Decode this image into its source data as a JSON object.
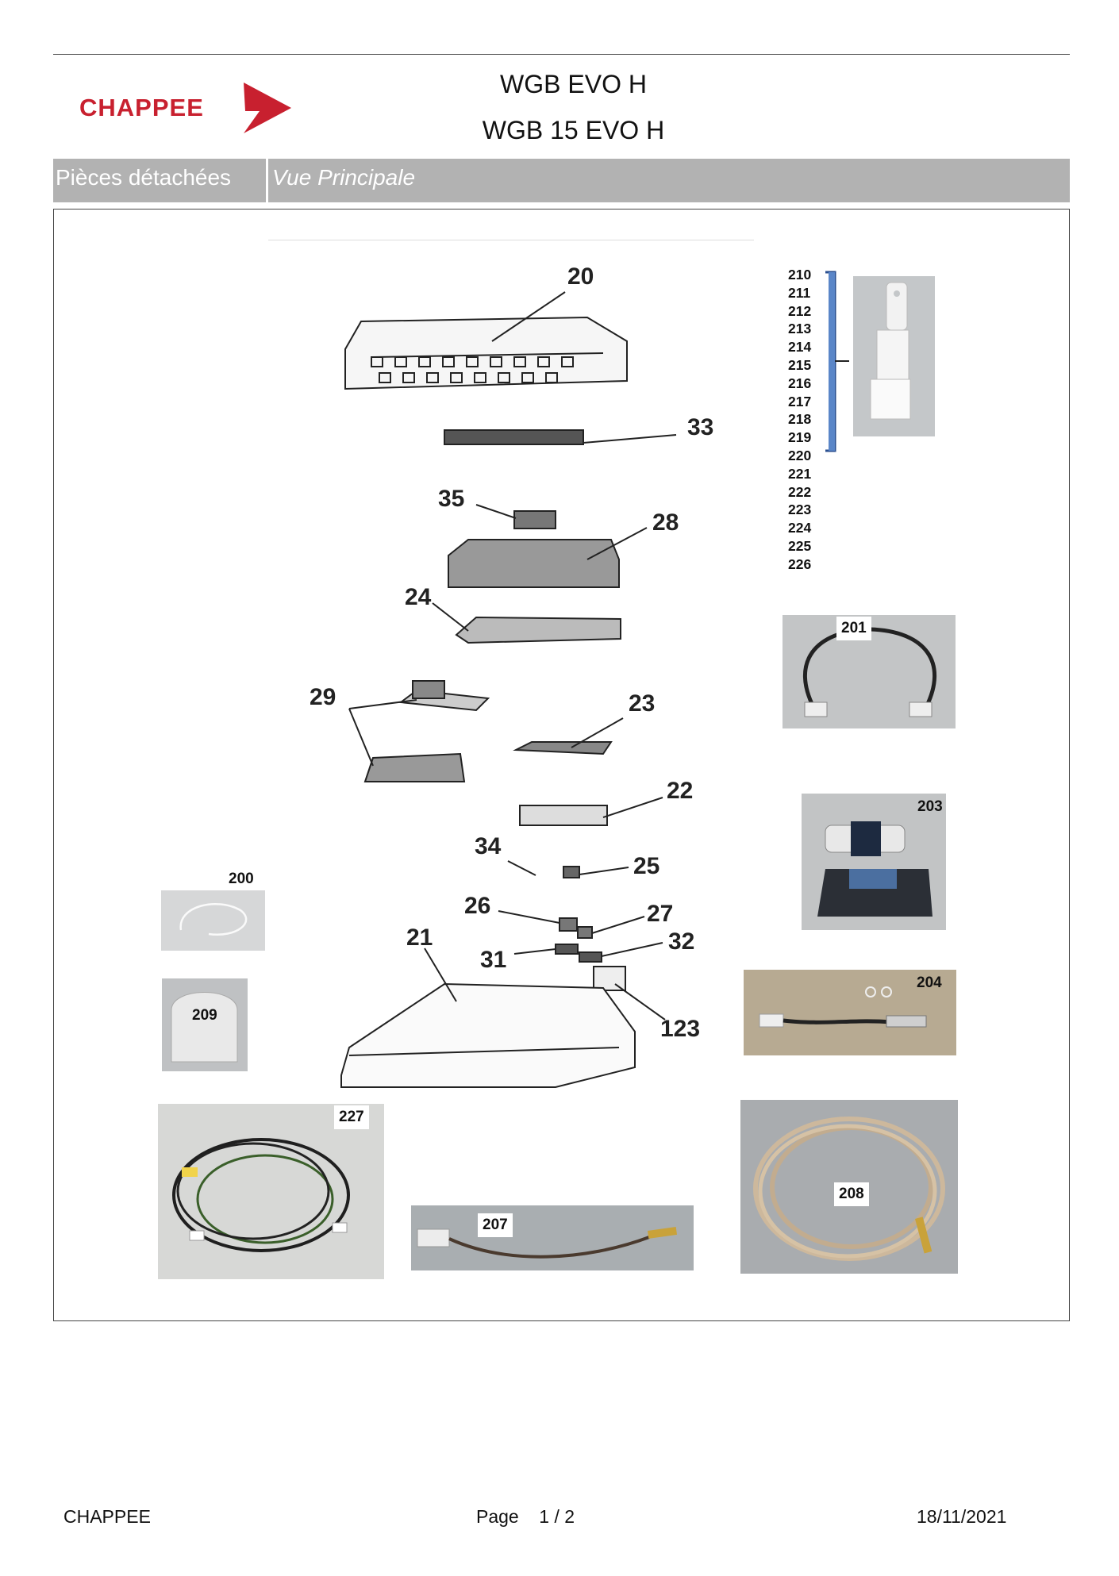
{
  "header": {
    "brand": "CHAPPEE",
    "title_line1": "WGB EVO H",
    "title_line2": "WGB 15 EVO H",
    "colors": {
      "brand_red": "#c8202f",
      "bar_gray": "#b2b2b2"
    }
  },
  "section_bar": {
    "left_label": "Pièces détachées",
    "right_label": "Vue Principale"
  },
  "diagram": {
    "callouts": {
      "c20": "20",
      "c33": "33",
      "c35": "35",
      "c28": "28",
      "c24": "24",
      "c29": "29",
      "c23": "23",
      "c22": "22",
      "c34": "34",
      "c25": "25",
      "c26": "26",
      "c27": "27",
      "c21": "21",
      "c31": "31",
      "c32": "32",
      "c123": "123"
    },
    "sensor_list": [
      "210",
      "211",
      "212",
      "213",
      "214",
      "215",
      "216",
      "217",
      "218",
      "219",
      "220",
      "221",
      "222",
      "223",
      "224",
      "225",
      "226"
    ],
    "photos": {
      "p200": "200",
      "p201": "201",
      "p203": "203",
      "p204": "204",
      "p207": "207",
      "p208": "208",
      "p209": "209",
      "p227": "227"
    }
  },
  "footer": {
    "company": "CHAPPEE",
    "page_label": "Page",
    "page_current": "1",
    "page_sep": "/",
    "page_total": "2",
    "date": "18/11/2021"
  }
}
